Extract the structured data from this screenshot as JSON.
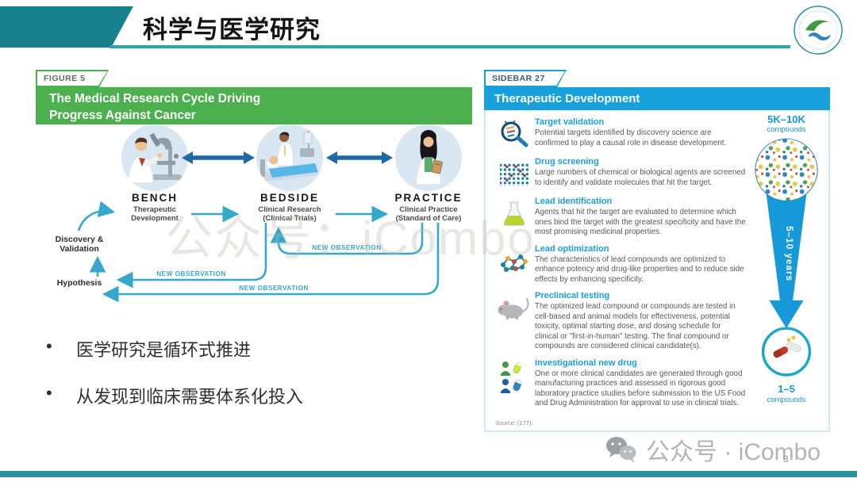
{
  "header": {
    "title": "科学与医学研究",
    "logo_icon": "hospital-logo"
  },
  "figure": {
    "tag": "FIGURE 5",
    "title": "The Medical Research Cycle Driving Progress Against Cancer",
    "nodes": [
      {
        "name": "BENCH",
        "sub1": "Therapeutic",
        "sub2": "Development"
      },
      {
        "name": "BEDSIDE",
        "sub1": "Clinical Research",
        "sub2": "(Clinical Trials)"
      },
      {
        "name": "PRACTICE",
        "sub1": "Clinical Practice",
        "sub2": "(Standard of Care)"
      }
    ],
    "discovery_line1": "Discovery &",
    "discovery_line2": "Validation",
    "hypothesis": "Hypothesis",
    "new_observation": "NEW OBSERVATION"
  },
  "bullets": {
    "marker": "•",
    "items": [
      "医学研究是循环式推进",
      "从发现到临床需要体系化投入"
    ]
  },
  "sidebar": {
    "tag": "SIDEBAR 27",
    "title": "Therapeutic Development",
    "stages": [
      {
        "icon": "dna-magnifier-icon",
        "title": "Target validation",
        "desc": "Potential targets identified by discovery science are confirmed to play a causal role in disease development."
      },
      {
        "icon": "dot-grid-icon",
        "title": "Drug screening",
        "desc": "Large numbers of chemical or biological agents are screened to identify and validate molecules that hit the target."
      },
      {
        "icon": "flask-icon",
        "title": "Lead identification",
        "desc": "Agents that hit the target are evaluated to determine which ones bind the target with the greatest specificity and have the most promising medicinal properties."
      },
      {
        "icon": "molecule-icon",
        "title": "Lead optimization",
        "desc": "The characteristics of lead compounds are optimized to enhance potency and drug-like properties and to reduce side effects by enhancing specificity."
      },
      {
        "icon": "mouse-icon",
        "title": "Preclinical testing",
        "desc": "The optimized lead compound or compounds are tested in cell-based and animal models for effectiveness, potential toxicity, optimal starting dose, and dosing schedule for clinical or \"first-in-human\" testing. The final compound or compounds are considered clinical candidate(s)."
      },
      {
        "icon": "people-pills-icon",
        "title": "Investigational new drug",
        "desc": "One or more clinical candidates are generated through good manufacturing practices and assessed in rigorous good laboratory practice studies before submission to the US Food and Drug Administration for approval to use in clinical trials."
      }
    ],
    "funnel": {
      "top_value": "5K–10K",
      "top_unit": "compounds",
      "duration": "5–10 years",
      "bottom_value": "1–5",
      "bottom_unit": "compounds"
    },
    "source": "Source: (177)."
  },
  "watermark": "公众号：iCombo",
  "footer": {
    "icon": "wechat-icon",
    "brand": "公众号 · iCombo",
    "page": "3"
  },
  "colors": {
    "teal_header": "#16818d",
    "green_banner": "#4cb04e",
    "blue_banner": "#18a0dc",
    "arrow_dark": "#1f6aa5",
    "arrow_light": "#35a8cc",
    "funnel_blue": "#1599d8"
  }
}
